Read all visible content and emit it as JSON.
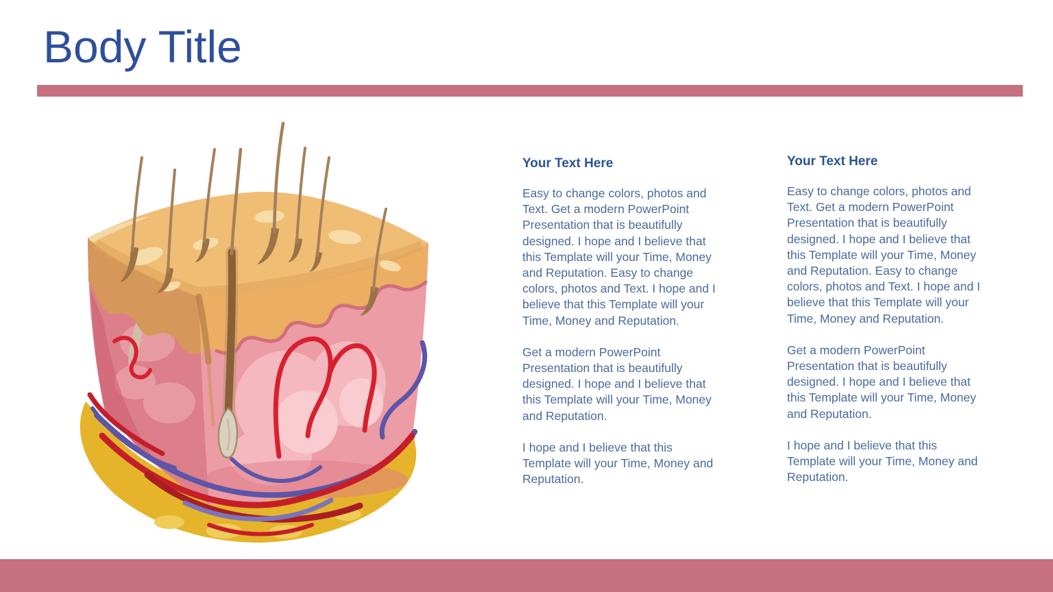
{
  "slide": {
    "title": "Body Title",
    "columns": [
      {
        "heading": "Your Text Here",
        "paragraphs": [
          "Easy to change colors, photos and Text. Get a modern PowerPoint Presentation that is beautifully designed. I hope and I believe that this Template will your Time, Money and Reputation. Easy to change colors, photos and Text. I hope and I believe that this Template will your Time, Money and Reputation.",
          "Get a modern PowerPoint Presentation that is beautifully designed. I hope and I believe that this Template will your Time, Money and Reputation.",
          "I hope and I believe that this Template will your Time, Money and Reputation."
        ]
      },
      {
        "heading": "Your Text Here",
        "paragraphs": [
          "Easy to change colors, photos and Text. Get a modern PowerPoint Presentation that is beautifully designed. I hope and I believe that this Template will your Time, Money and Reputation. Easy to change colors, photos and Text. I hope and I believe that this Template will your Time, Money and Reputation.",
          "Get a modern PowerPoint Presentation that is beautifully designed. I hope and I believe that this Template will your Time, Money and Reputation.",
          "I hope and I believe that this Template will your Time, Money and Reputation."
        ]
      }
    ]
  },
  "theme": {
    "accent_bar_color": "#C7707F",
    "title_color": "#2E4F9B",
    "heading_color": "#2B5493",
    "body_text_color": "#4A6A9F",
    "background_color": "#FFFFFF"
  },
  "illustration": {
    "name": "skin-cross-section",
    "description": "Cross-section block of human skin showing hairs, epidermis, dermis with blood vessels, a hair follicle bulb and yellow subcutaneous fat",
    "colors": {
      "epidermis": "#EFBD74",
      "epidermis_side": "#D6975A",
      "epidermis_band": "#EBAE63",
      "dermis": "#EC9CA5",
      "dermis_shaded": "#DC7F8A",
      "fat": "#E6B42B",
      "hair": "#A5805A",
      "follicle": "#8A6038",
      "vessel_red": "#D7212F",
      "vessel_blue": "#5C55A8"
    }
  }
}
